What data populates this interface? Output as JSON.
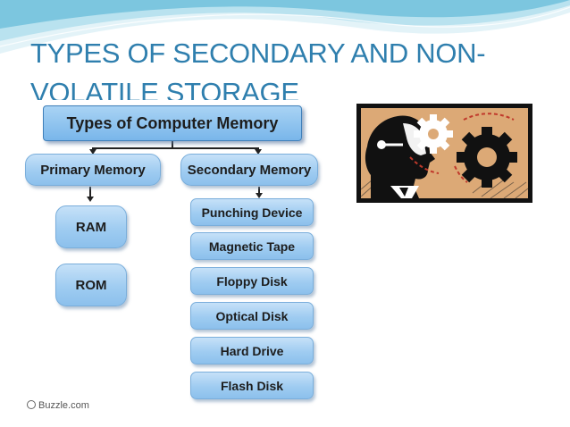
{
  "slide": {
    "title": "TYPES OF SECONDARY AND NON-VOLATILE STORAGE"
  },
  "diagram": {
    "root": "Types of Computer Memory",
    "primary": {
      "label": "Primary Memory",
      "items": [
        "RAM",
        "ROM"
      ]
    },
    "secondary": {
      "label": "Secondary Memory",
      "items": [
        "Punching Device",
        "Magnetic Tape",
        "Floppy Disk",
        "Optical Disk",
        "Hard Drive",
        "Flash Disk"
      ]
    },
    "credit": "Buzzle.com"
  },
  "clipart": {
    "icon": "head-with-gears-icon"
  },
  "colors": {
    "title": "#2f7fae",
    "box_fill": "#9fccf1",
    "wave_light": "#cfe9f3",
    "wave_mid": "#8fcde3",
    "clipart_bg": "#dca976"
  }
}
